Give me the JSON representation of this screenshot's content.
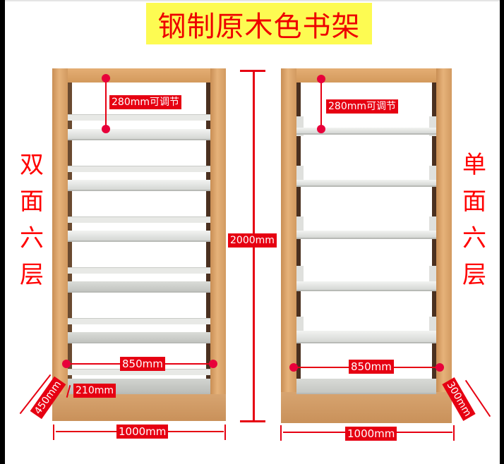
{
  "title": "钢制原木色书架",
  "left_label": [
    "双",
    "面",
    "六",
    "层"
  ],
  "right_label": [
    "单",
    "面",
    "六",
    "层"
  ],
  "left_shelf": {
    "type": "双面六层",
    "adjustable_label": "280mm可调节",
    "inner_width_label": "850mm",
    "depth_label": "450mm",
    "base_height_label": "210mm",
    "width_label": "1000mm",
    "shelves": 6
  },
  "right_shelf": {
    "type": "单面六层",
    "adjustable_label": "280mm可调节",
    "inner_width_label": "850mm",
    "depth_label": "300mm",
    "width_label": "1000mm",
    "shelves": 6
  },
  "height_label": "2000mm",
  "colors": {
    "title_bg": "#fdfb52",
    "title_text": "#ee0000",
    "tag_bg": "#e60012",
    "wood": "#e0aa70",
    "steel": "#e3e4e1"
  }
}
